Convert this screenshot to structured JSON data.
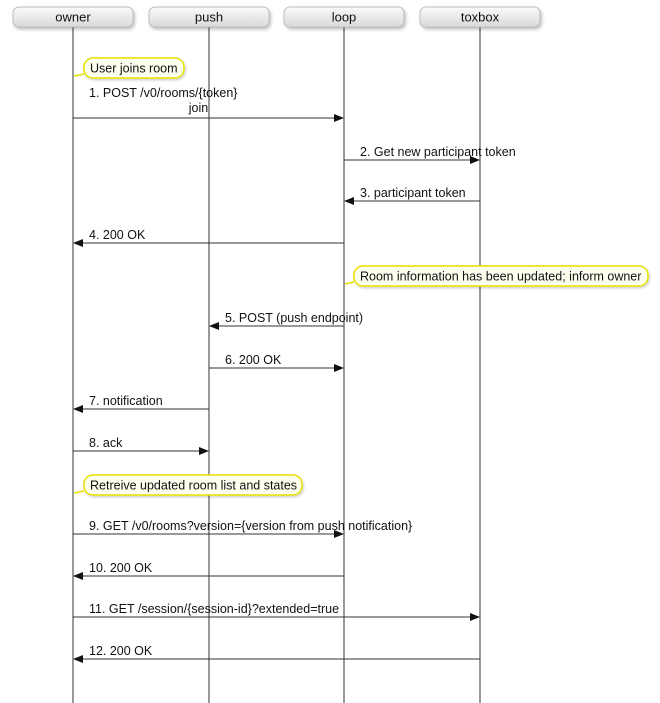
{
  "actors": [
    {
      "id": "owner",
      "label": "owner"
    },
    {
      "id": "push",
      "label": "push"
    },
    {
      "id": "loop",
      "label": "loop"
    },
    {
      "id": "toxbox",
      "label": "toxbox"
    }
  ],
  "colors": {
    "line": "#333333",
    "note_border": "#e8e000",
    "note_fill": "#fffff0",
    "actor_fill_top": "#fafafa",
    "actor_fill_bottom": "#d9d9d9"
  },
  "notes": [
    {
      "text": "User joins room"
    },
    {
      "text": "Room information has been updated; inform owner"
    },
    {
      "text": "Retreive updated room list and states"
    }
  ],
  "messages": [
    {
      "from": "owner",
      "to": "loop",
      "lines": [
        "1. POST /v0/rooms/{token}",
        "join"
      ]
    },
    {
      "from": "loop",
      "to": "toxbox",
      "lines": [
        "2. Get new participant token"
      ]
    },
    {
      "from": "toxbox",
      "to": "loop",
      "lines": [
        "3. participant token"
      ]
    },
    {
      "from": "loop",
      "to": "owner",
      "lines": [
        "4. 200 OK"
      ]
    },
    {
      "from": "loop",
      "to": "push",
      "lines": [
        "5. POST (push endpoint)"
      ]
    },
    {
      "from": "push",
      "to": "loop",
      "lines": [
        "6. 200 OK"
      ]
    },
    {
      "from": "push",
      "to": "owner",
      "lines": [
        "7. notification"
      ]
    },
    {
      "from": "owner",
      "to": "push",
      "lines": [
        "8. ack"
      ]
    },
    {
      "from": "owner",
      "to": "loop",
      "lines": [
        "9. GET /v0/rooms?version={version from push notification}"
      ]
    },
    {
      "from": "loop",
      "to": "owner",
      "lines": [
        "10. 200 OK"
      ]
    },
    {
      "from": "owner",
      "to": "toxbox",
      "lines": [
        "11. GET /session/{session-id}?extended=true"
      ]
    },
    {
      "from": "toxbox",
      "to": "owner",
      "lines": [
        "12. 200 OK"
      ]
    }
  ]
}
